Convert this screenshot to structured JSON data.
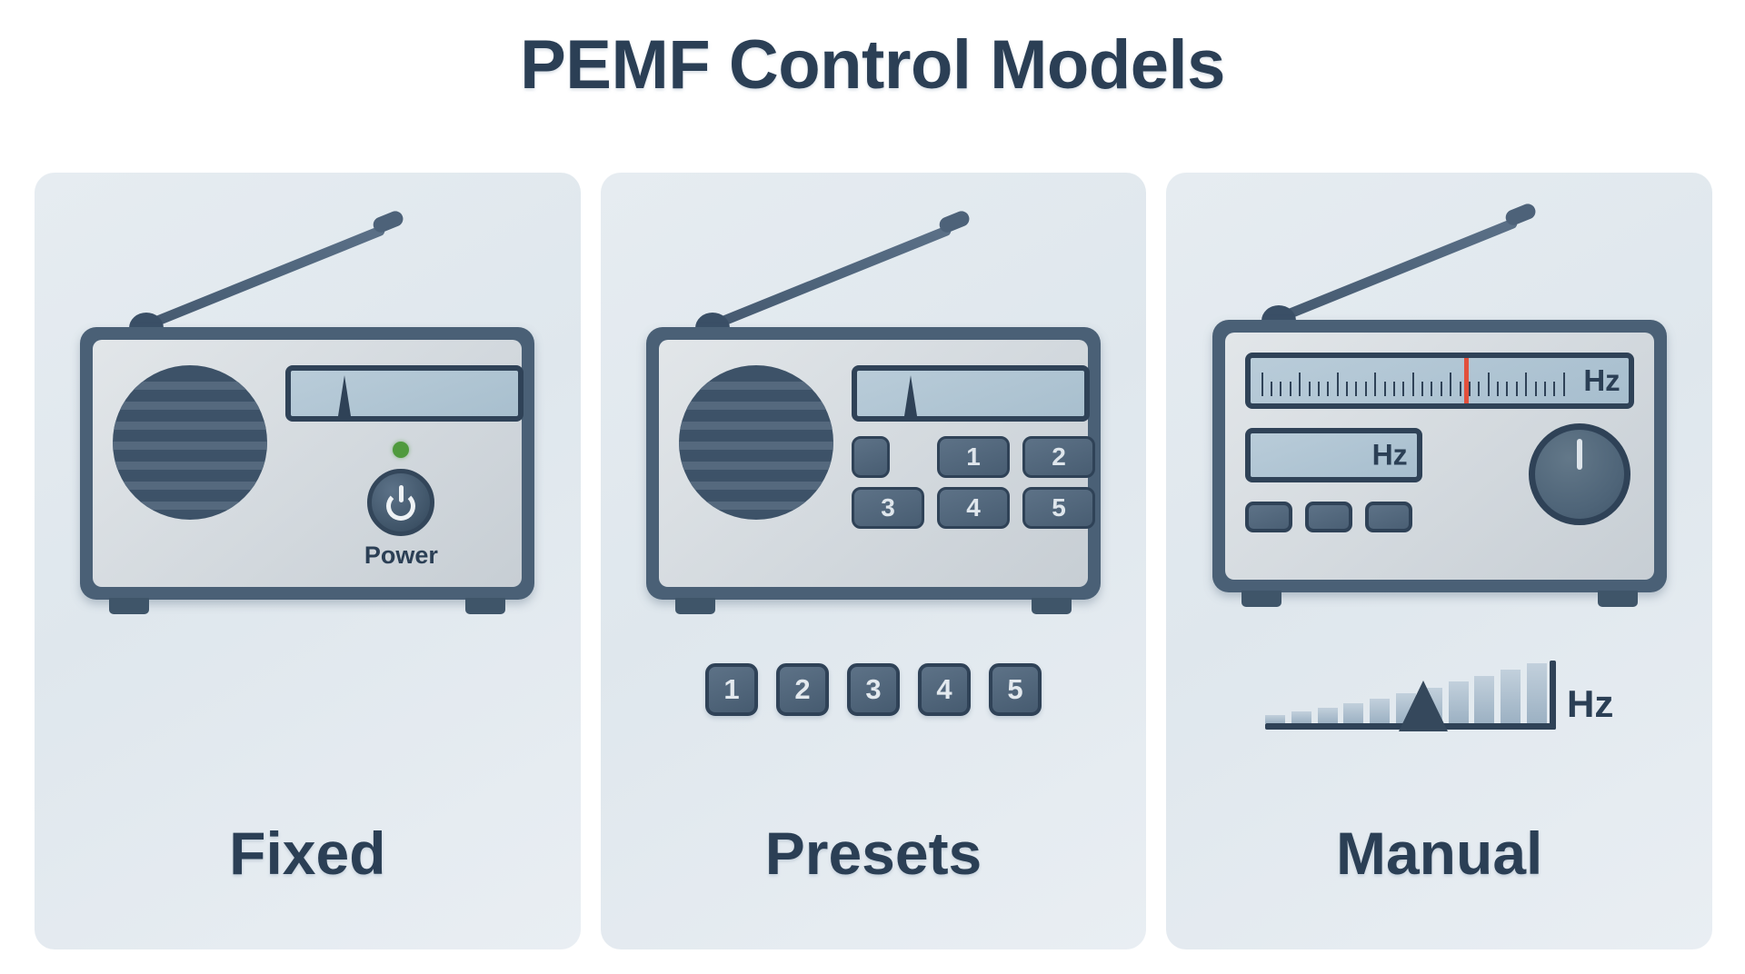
{
  "title": "PEMF Control Models",
  "colors": {
    "background": "#ffffff",
    "panel_bg": "#e4eaf0",
    "ink": "#2b3f55",
    "case": "#4a6076",
    "face": "#d6dce1",
    "screen": "#b0c4d3",
    "button": "#52687d",
    "led_green": "#4f9a3d",
    "tuner_red": "#e2503c"
  },
  "panels": [
    {
      "id": "fixed",
      "label": "Fixed",
      "device": {
        "type": "radio",
        "has_antenna": true,
        "has_speaker": true,
        "display": {
          "type": "tuning-screen",
          "needle": true
        },
        "controls": {
          "led": {
            "name": "status-led",
            "color": "#4f9a3d",
            "on": true
          },
          "power_button": {
            "label": "Power",
            "icon": "power-icon"
          }
        }
      }
    },
    {
      "id": "presets",
      "label": "Presets",
      "device": {
        "type": "radio",
        "has_antenna": true,
        "has_speaker": true,
        "display": {
          "type": "tuning-screen",
          "needle": true
        },
        "keypad": {
          "rows": [
            [
              "",
              "1",
              "2"
            ],
            [
              "3",
              "4",
              "5"
            ]
          ]
        }
      },
      "preset_buttons": [
        "1",
        "2",
        "3",
        "4",
        "5"
      ]
    },
    {
      "id": "manual",
      "label": "Manual",
      "device": {
        "type": "radio",
        "has_antenna": true,
        "has_speaker": false,
        "tuning_scale": {
          "unit": "Hz",
          "indicator_position_pct": 57,
          "tick_pattern": [
            "lg",
            "sm",
            "sm",
            "sm",
            "lg",
            "sm",
            "sm",
            "sm",
            "lg",
            "sm",
            "sm",
            "sm",
            "lg",
            "sm",
            "sm",
            "sm",
            "lg",
            "sm",
            "sm",
            "sm",
            "lg",
            "sm",
            "sm",
            "sm",
            "lg",
            "sm",
            "sm",
            "sm",
            "lg",
            "sm",
            "sm",
            "sm",
            "lg"
          ]
        },
        "readout": {
          "unit": "Hz"
        },
        "mini_buttons": [
          "",
          "",
          ""
        ],
        "knob": {
          "name": "tuning-knob",
          "pointer_angle_deg": 0
        }
      },
      "ramp_graphic": {
        "unit": "Hz",
        "bar_heights_pct": [
          14,
          20,
          26,
          33,
          41,
          50,
          59,
          69,
          79,
          90,
          100
        ],
        "marker_position_pct": 46
      }
    }
  ]
}
